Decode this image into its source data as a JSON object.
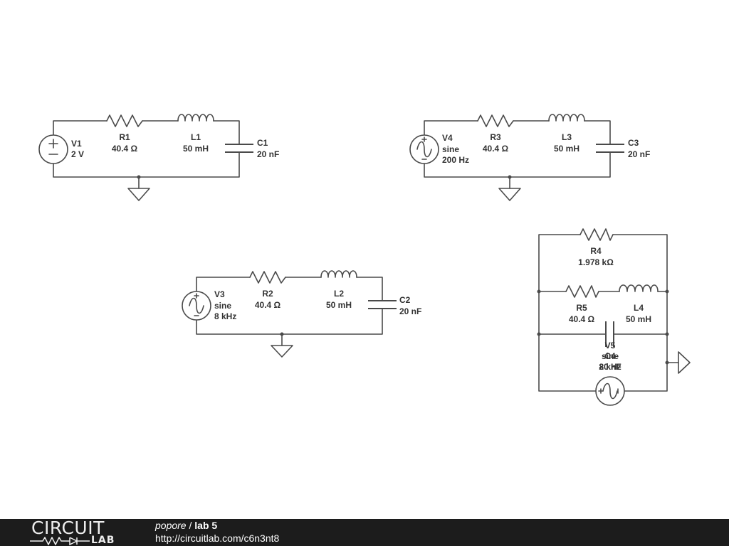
{
  "components": {
    "v1": {
      "name": "V1",
      "value": "2 V"
    },
    "r1": {
      "name": "R1",
      "value": "40.4 Ω"
    },
    "l1": {
      "name": "L1",
      "value": "50 mH"
    },
    "c1": {
      "name": "C1",
      "value": "20 nF"
    },
    "v4": {
      "name": "V4",
      "type": "sine",
      "freq": "200 Hz"
    },
    "r3": {
      "name": "R3",
      "value": "40.4 Ω"
    },
    "l3": {
      "name": "L3",
      "value": "50 mH"
    },
    "c3": {
      "name": "C3",
      "value": "20 nF"
    },
    "v3": {
      "name": "V3",
      "type": "sine",
      "freq": "8 kHz"
    },
    "r2": {
      "name": "R2",
      "value": "40.4 Ω"
    },
    "l2": {
      "name": "L2",
      "value": "50 mH"
    },
    "c2": {
      "name": "C2",
      "value": "20 nF"
    },
    "r4": {
      "name": "R4",
      "value": "1.978 kΩ"
    },
    "r5": {
      "name": "R5",
      "value": "40.4 Ω"
    },
    "l4": {
      "name": "L4",
      "value": "50 mH"
    },
    "c4": {
      "name": "C4",
      "value": "20 nF"
    },
    "v5": {
      "name": "V5",
      "type": "sine",
      "freq": "8 kHz"
    }
  },
  "footer": {
    "logo_top": "CIRCUIT",
    "logo_bottom": "LAB",
    "user": "popore",
    "separator": " / ",
    "project": "lab 5",
    "url": "http://circuitlab.com/c6n3nt8"
  },
  "colors": {
    "wire": "#4a4a4a",
    "label": "#333333",
    "footer_bg": "#1c1c1c",
    "footer_text": "#ffffff"
  }
}
